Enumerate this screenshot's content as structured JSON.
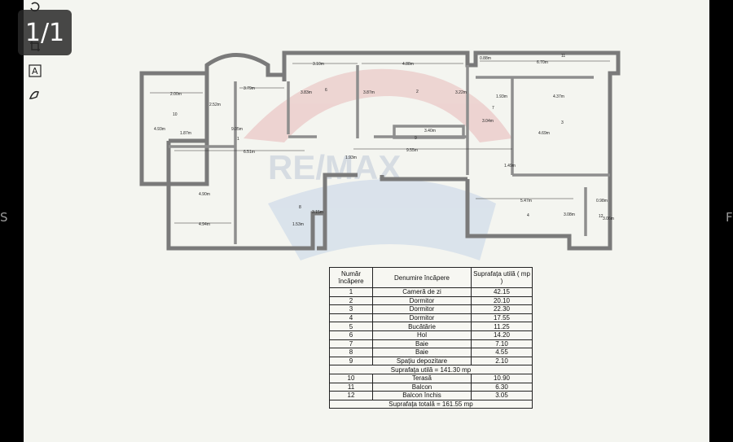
{
  "viewer": {
    "page_counter": "1/1",
    "left_edge_text": "S",
    "right_edge_text": "F"
  },
  "toolbar": {
    "icons": [
      "rotate-icon",
      "crop-icon",
      "text-icon",
      "paint-icon"
    ]
  },
  "plan": {
    "watermark": "RE/MAX",
    "dimensions": [
      "3.10m",
      "4.88m",
      "6.70m",
      "3.79m",
      "2.00m",
      "2.52m",
      "1.87m",
      "4.93m",
      "9.05m",
      "6.51m",
      "3.83m",
      "3.87m",
      "3.22m",
      "3.40m",
      "9.55m",
      "1.93m",
      "4.37m",
      "3.04m",
      "4.69m",
      "1.49m",
      "4.90m",
      "4.94m",
      "1.53m",
      "3.15m",
      "5.47m",
      "3.08m",
      "0.98m",
      "3.06m",
      "1.93m",
      "0.88m",
      "11"
    ],
    "room_numbers": [
      "1",
      "2",
      "3",
      "4",
      "6",
      "7",
      "8",
      "9",
      "10",
      "12"
    ]
  },
  "table": {
    "headers": [
      "Număr încăpere",
      "Denumire încăpere",
      "Suprafața utilă ( mp )"
    ],
    "rows": [
      [
        "1",
        "Cameră de zi",
        "42.15"
      ],
      [
        "2",
        "Dormitor",
        "20.10"
      ],
      [
        "3",
        "Dormitor",
        "22.30"
      ],
      [
        "4",
        "Dormitor",
        "17.55"
      ],
      [
        "5",
        "Bucătărie",
        "11.25"
      ],
      [
        "6",
        "Hol",
        "14.20"
      ],
      [
        "7",
        "Baie",
        "7.10"
      ],
      [
        "8",
        "Baie",
        "4.55"
      ],
      [
        "9",
        "Spațiu depozitare",
        "2.10"
      ]
    ],
    "subtotal": "Suprafața utilă = 141.30 mp",
    "rows2": [
      [
        "10",
        "Terasă",
        "10.90"
      ],
      [
        "11",
        "Balcon",
        "6.30"
      ],
      [
        "12",
        "Balcon închis",
        "3.05"
      ]
    ],
    "total": "Suprafața totală = 161.55 mp"
  },
  "colors": {
    "background": "#000000",
    "paper": "#f4f5f0",
    "wall": "#8a8a8a",
    "watermark_red": "#e8b9b9",
    "watermark_blue": "#c5d3e8"
  }
}
